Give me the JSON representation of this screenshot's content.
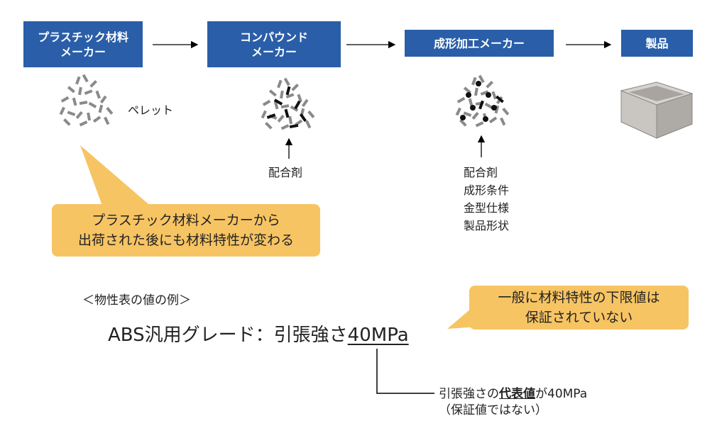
{
  "flow": {
    "box1": {
      "line1": "プラスチック材料",
      "line2": "メーカー"
    },
    "box2": {
      "line1": "コンパウンド",
      "line2": "メーカー"
    },
    "box3": {
      "line1": "成形加工メーカー"
    },
    "box4": {
      "line1": "製品"
    }
  },
  "pellet_label": "ペレット",
  "compound_input": [
    "配合剤"
  ],
  "molding_inputs": [
    "配合剤",
    "成形条件",
    "金型仕様",
    "製品形状"
  ],
  "callout_top": {
    "line1": "プラスチック材料メーカーから",
    "line2": "出荷された後にも材料特性が変わる"
  },
  "example_heading": "＜物性表の値の例＞",
  "example": {
    "prefix": "ABS汎用グレード：引張強さ",
    "value": "40MPa"
  },
  "callout_right": {
    "line1": "一般に材料特性の下限値は",
    "line2": "保証されていない"
  },
  "note": {
    "part1": "引張強さの",
    "emphasis": "代表値",
    "part2": "が40MPa",
    "line2": "（保証値ではない）"
  },
  "colors": {
    "box_blue": "#2a5ea8",
    "callout_yellow": "#f7c463",
    "product_gray": "#c9c6c1"
  }
}
